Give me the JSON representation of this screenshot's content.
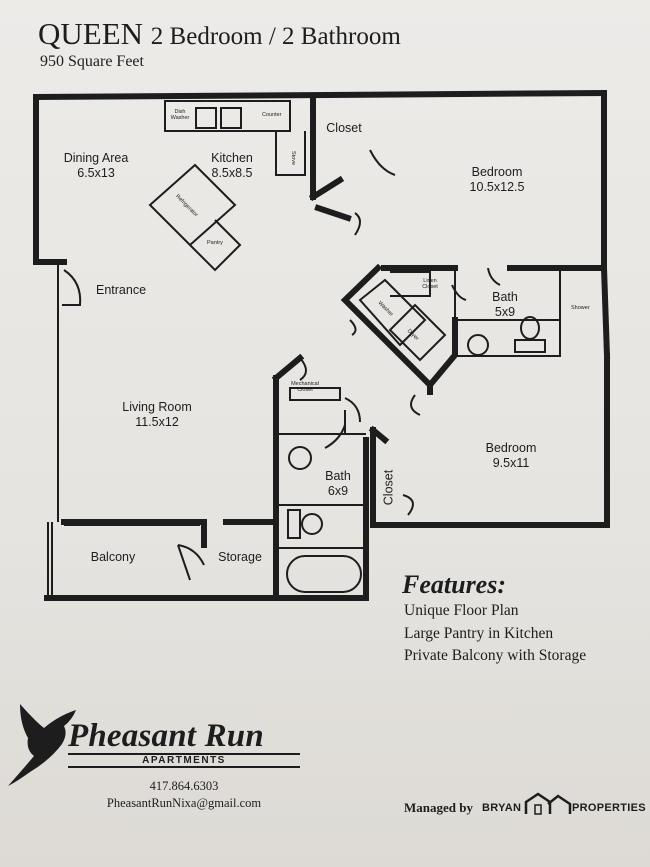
{
  "header": {
    "title_main": "QUEEN",
    "title_sub": "2 Bedroom / 2 Bathroom",
    "square_feet": "950 Square Feet"
  },
  "rooms": {
    "dining_area": {
      "name": "Dining Area",
      "size": "6.5x13"
    },
    "kitchen": {
      "name": "Kitchen",
      "size": "8.5x8.5"
    },
    "closet_top": "Closet",
    "bedroom_1": {
      "name": "Bedroom",
      "size": "10.5x12.5"
    },
    "entrance": "Entrance",
    "bath_1": {
      "name": "Bath",
      "size": "5x9"
    },
    "living_room": {
      "name": "Living Room",
      "size": "11.5x12"
    },
    "bedroom_2": {
      "name": "Bedroom",
      "size": "9.5x11"
    },
    "bath_2": {
      "name": "Bath",
      "size": "6x9"
    },
    "closet_side": "Closet",
    "balcony": "Balcony",
    "storage": "Storage"
  },
  "fixtures": {
    "dish_washer": "Dish Washer",
    "counter": "Counter",
    "stove": "Stove",
    "refrigerator": "Refrigerator",
    "pantry": "Pantry",
    "linen_closet": "Linen Closet",
    "shower": "Shower",
    "washer": "Washer",
    "dryer": "Dryer",
    "mechanical_closet": "Mechanical Closet"
  },
  "features": {
    "title": "Features:",
    "items": [
      "Unique Floor Plan",
      "Large Pantry in Kitchen",
      "Private Balcony with Storage"
    ]
  },
  "brand": {
    "name": "Pheasant Run",
    "tagline": "APARTMENTS",
    "phone": "417.864.6303",
    "email": "PheasantRunNixa@gmail.com"
  },
  "management": {
    "prefix": "Managed by",
    "company_left": "BRYAN",
    "company_right": "PROPERTIES"
  }
}
